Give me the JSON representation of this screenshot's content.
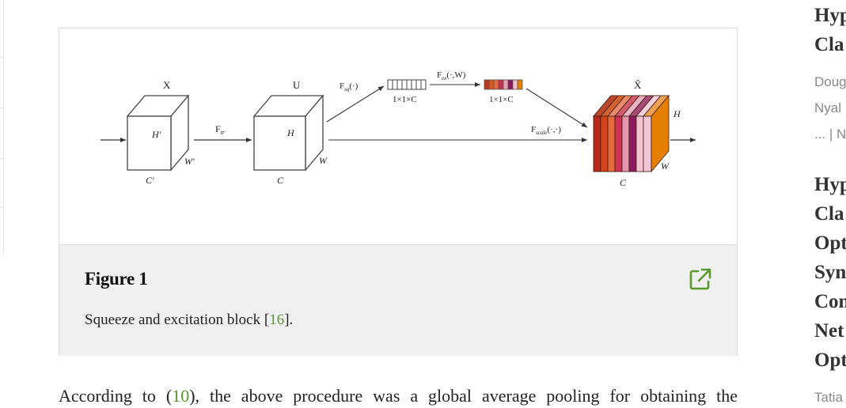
{
  "figure": {
    "title": "Figure 1",
    "caption_text": "Squeeze and excitation block [",
    "caption_ref": "16",
    "caption_end": "].",
    "open_icon": "external-link-icon",
    "accent_color": "#5a9a2e",
    "diagram": {
      "label_x": "X",
      "label_u": "U",
      "label_xtilde": "X̃",
      "label_h_prime": "H′",
      "label_w_prime": "W′",
      "label_c_prime": "C′",
      "label_h": "H",
      "label_w": "W",
      "label_c": "C",
      "label_ftr": "F",
      "label_ftr_sub": "tr",
      "label_fsq": "F",
      "label_fsq_sub": "sq",
      "label_fsq_arg": "(·)",
      "label_fex": "F",
      "label_fex_sub": "ex",
      "label_fex_arg": "(·,W)",
      "label_fscale": "F",
      "label_fscale_sub": "scale",
      "label_fscale_arg": "(·,·)",
      "label_vec1": "1×1×C",
      "label_vec2": "1×1×C"
    }
  },
  "body": {
    "text_before": "According to (",
    "ref": "10",
    "text_after": "), the above procedure was a global average pooling for obtaining the"
  },
  "sidebar": {
    "article1_line1": "Hyp",
    "article1_line2": "Cla",
    "article1_meta1": "Doug",
    "article1_meta2": "Nyal",
    "article1_meta3": "... | N",
    "article2_line1": "Hyp",
    "article2_line2": "Cla",
    "article2_line3": "Opt",
    "article2_line4": "Syn",
    "article2_line5": "Con",
    "article2_line6": "Net",
    "article2_line7": "Opt",
    "article2_meta1": "Tatia"
  }
}
